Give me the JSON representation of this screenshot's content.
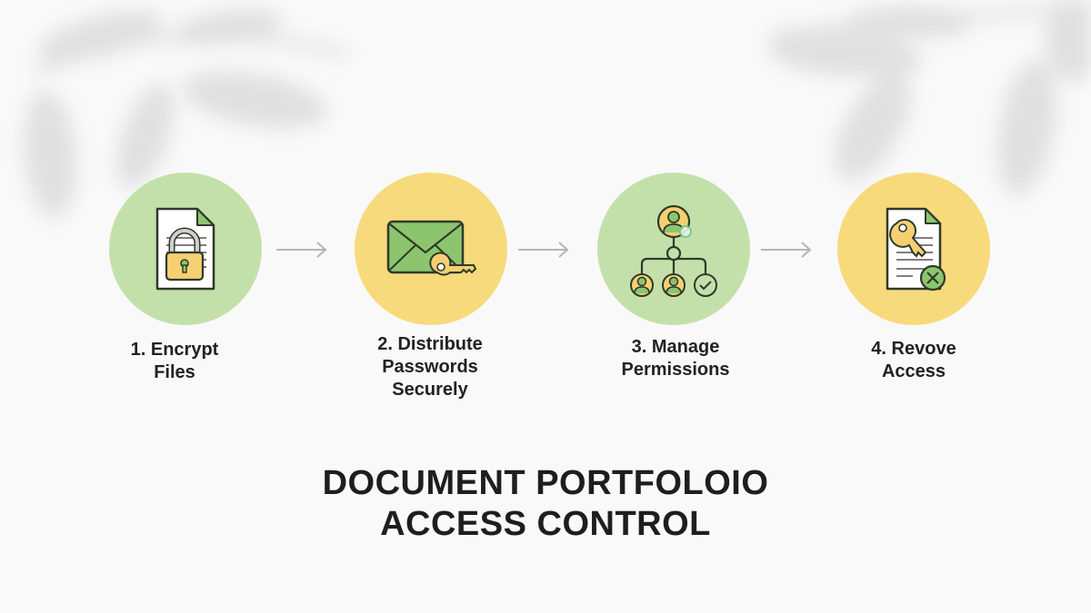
{
  "colors": {
    "green_circle": "#c4e0aa",
    "yellow_circle": "#f7da7c",
    "icon_green": "#8cc56e",
    "icon_yellow": "#f5d072",
    "outline": "#2f3a2a",
    "arrow": "#b5b5b5",
    "text": "#222222"
  },
  "steps": [
    {
      "number": "1",
      "line1": "1. Encrypt",
      "line2": "Files",
      "line3": "",
      "icon": "locked-document-icon",
      "circle_color": "green"
    },
    {
      "number": "2",
      "line1": "2. Distribute",
      "line2": "Passwords",
      "line3": "Securely",
      "icon": "envelope-key-icon",
      "circle_color": "yellow"
    },
    {
      "number": "3",
      "line1": "3. Manage",
      "line2": "Permissions",
      "line3": "",
      "icon": "permissions-hierarchy-icon",
      "circle_color": "green"
    },
    {
      "number": "4",
      "line1": "4. Revove",
      "line2": "Access",
      "line3": "",
      "icon": "revoke-key-document-icon",
      "circle_color": "yellow"
    }
  ],
  "arrows": [
    "arrow-right-icon",
    "arrow-right-icon",
    "arrow-right-icon"
  ],
  "title": {
    "line1": "DOCUMENT PORTFOLOIO",
    "line2": "ACCESS CONTROL"
  }
}
